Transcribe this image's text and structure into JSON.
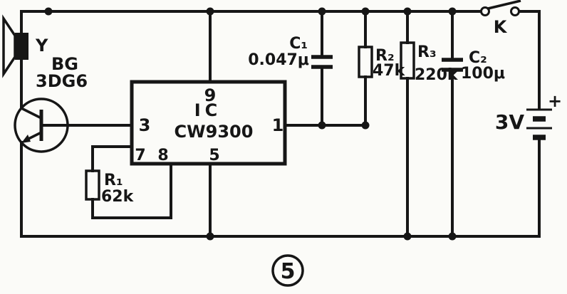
{
  "figure_number": "5",
  "speaker": {
    "label": "Y"
  },
  "transistor": {
    "name": "BG",
    "model": "3DG6"
  },
  "ic": {
    "title": "IC",
    "model": "CW9300",
    "pin9": "9",
    "pin3": "3",
    "pin1": "1",
    "pin7": "7",
    "pin8": "8",
    "pin5": "5"
  },
  "resistors": {
    "r1": {
      "name": "R₁",
      "value": "62k"
    },
    "r2": {
      "name": "R₂",
      "value": "47k"
    },
    "r3": {
      "name": "R₃",
      "value": "220k"
    }
  },
  "capacitors": {
    "c1": {
      "name": "C₁",
      "value": "0.047μ"
    },
    "c2": {
      "name": "C₂",
      "value": "100μ"
    }
  },
  "battery": {
    "voltage": "3V",
    "polarity": "+"
  },
  "switch": {
    "label": "K"
  }
}
